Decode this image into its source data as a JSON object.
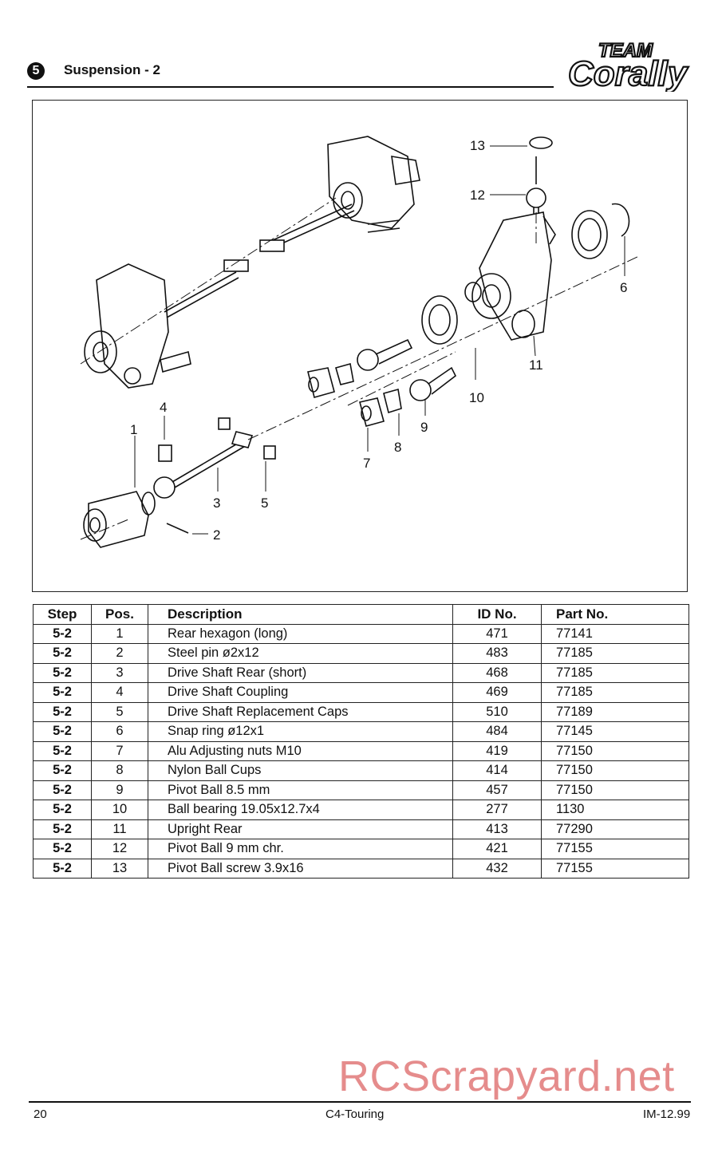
{
  "header": {
    "step_number": "5",
    "section_title": "Suspension - 2",
    "logo_text": "TEAM Corally"
  },
  "diagram": {
    "callouts": [
      "1",
      "2",
      "3",
      "4",
      "5",
      "6",
      "7",
      "8",
      "9",
      "10",
      "11",
      "12",
      "13"
    ]
  },
  "table": {
    "columns": [
      "Step",
      "Pos.",
      "Description",
      "ID No.",
      "Part No."
    ],
    "rows": [
      {
        "step": "5-2",
        "pos": "1",
        "desc": "Rear hexagon (long)",
        "id": "471",
        "part": "77141"
      },
      {
        "step": "5-2",
        "pos": "2",
        "desc": "Steel pin ø2x12",
        "id": "483",
        "part": "77185"
      },
      {
        "step": "5-2",
        "pos": "3",
        "desc": "Drive Shaft Rear (short)",
        "id": "468",
        "part": "77185"
      },
      {
        "step": "5-2",
        "pos": "4",
        "desc": "Drive Shaft Coupling",
        "id": "469",
        "part": "77185"
      },
      {
        "step": "5-2",
        "pos": "5",
        "desc": "Drive Shaft Replacement Caps",
        "id": "510",
        "part": "77189"
      },
      {
        "step": "5-2",
        "pos": "6",
        "desc": "Snap ring ø12x1",
        "id": "484",
        "part": "77145"
      },
      {
        "step": "5-2",
        "pos": "7",
        "desc": "Alu Adjusting nuts M10",
        "id": "419",
        "part": "77150"
      },
      {
        "step": "5-2",
        "pos": "8",
        "desc": "Nylon Ball Cups",
        "id": "414",
        "part": "77150"
      },
      {
        "step": "5-2",
        "pos": "9",
        "desc": "Pivot Ball 8.5 mm",
        "id": "457",
        "part": "77150"
      },
      {
        "step": "5-2",
        "pos": "10",
        "desc": "Ball bearing 19.05x12.7x4",
        "id": "277",
        "part": "1130"
      },
      {
        "step": "5-2",
        "pos": "11",
        "desc": "Upright Rear",
        "id": "413",
        "part": "77290"
      },
      {
        "step": "5-2",
        "pos": "12",
        "desc": "Pivot Ball 9 mm chr.",
        "id": "421",
        "part": "77155"
      },
      {
        "step": "5-2",
        "pos": "13",
        "desc": "Pivot Ball screw 3.9x16",
        "id": "432",
        "part": "77155"
      }
    ]
  },
  "watermark": "RCScrapyard.net",
  "footer": {
    "page_number": "20",
    "model": "C4-Touring",
    "revision": "IM-12.99"
  }
}
